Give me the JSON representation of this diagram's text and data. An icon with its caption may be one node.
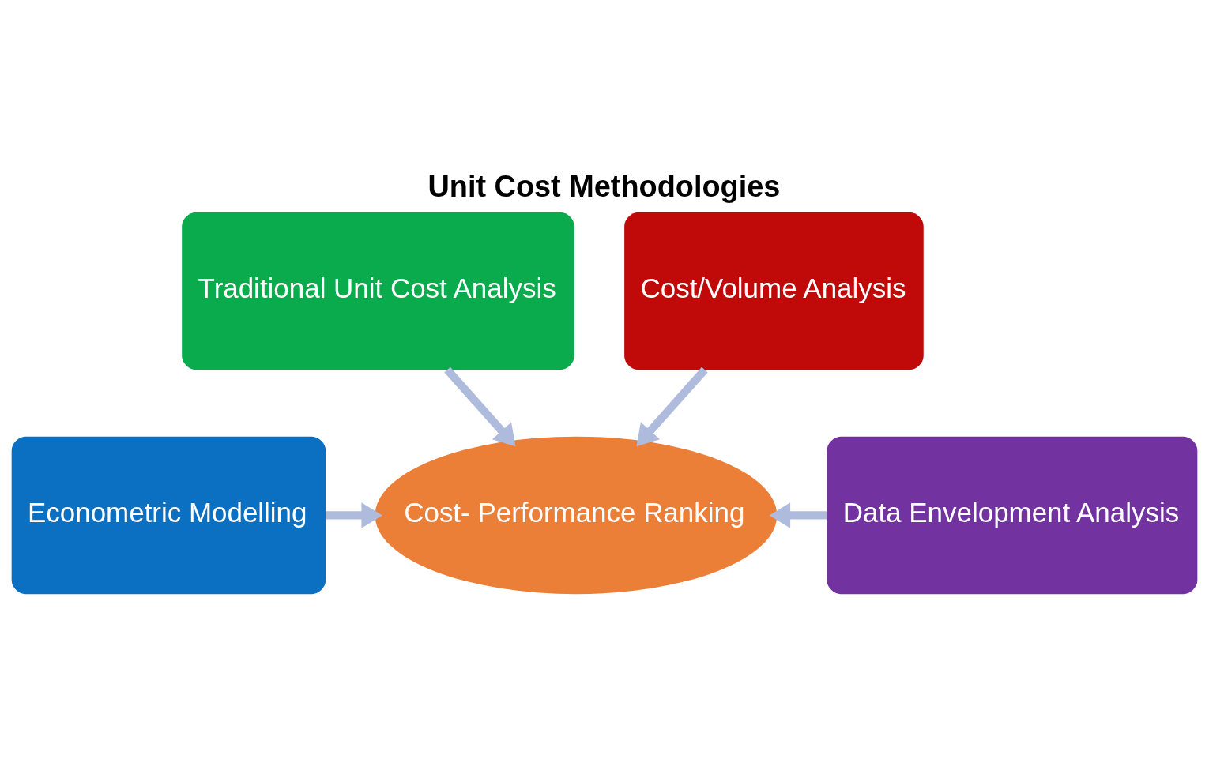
{
  "diagram": {
    "title": "Unit Cost Methodologies",
    "nodes": [
      {
        "text": [
          "Traditional Unit Cost Analysis"
        ]
      },
      {
        "text": [
          "Cost/Volume Analysis"
        ]
      },
      {
        "text": [
          "Econometric Modelling"
        ]
      },
      {
        "text": [
          "Cost- Performance Ranking"
        ]
      },
      {
        "text": [
          "Data Envelopment Analysis"
        ]
      }
    ],
    "edges": [
      {
        "from": 0,
        "to": 3,
        "arrow": "to"
      },
      {
        "from": 1,
        "to": 3,
        "arrow": "to"
      },
      {
        "from": 2,
        "to": 3,
        "arrow": "to"
      },
      {
        "from": 4,
        "to": 3,
        "arrow": "to"
      }
    ]
  }
}
